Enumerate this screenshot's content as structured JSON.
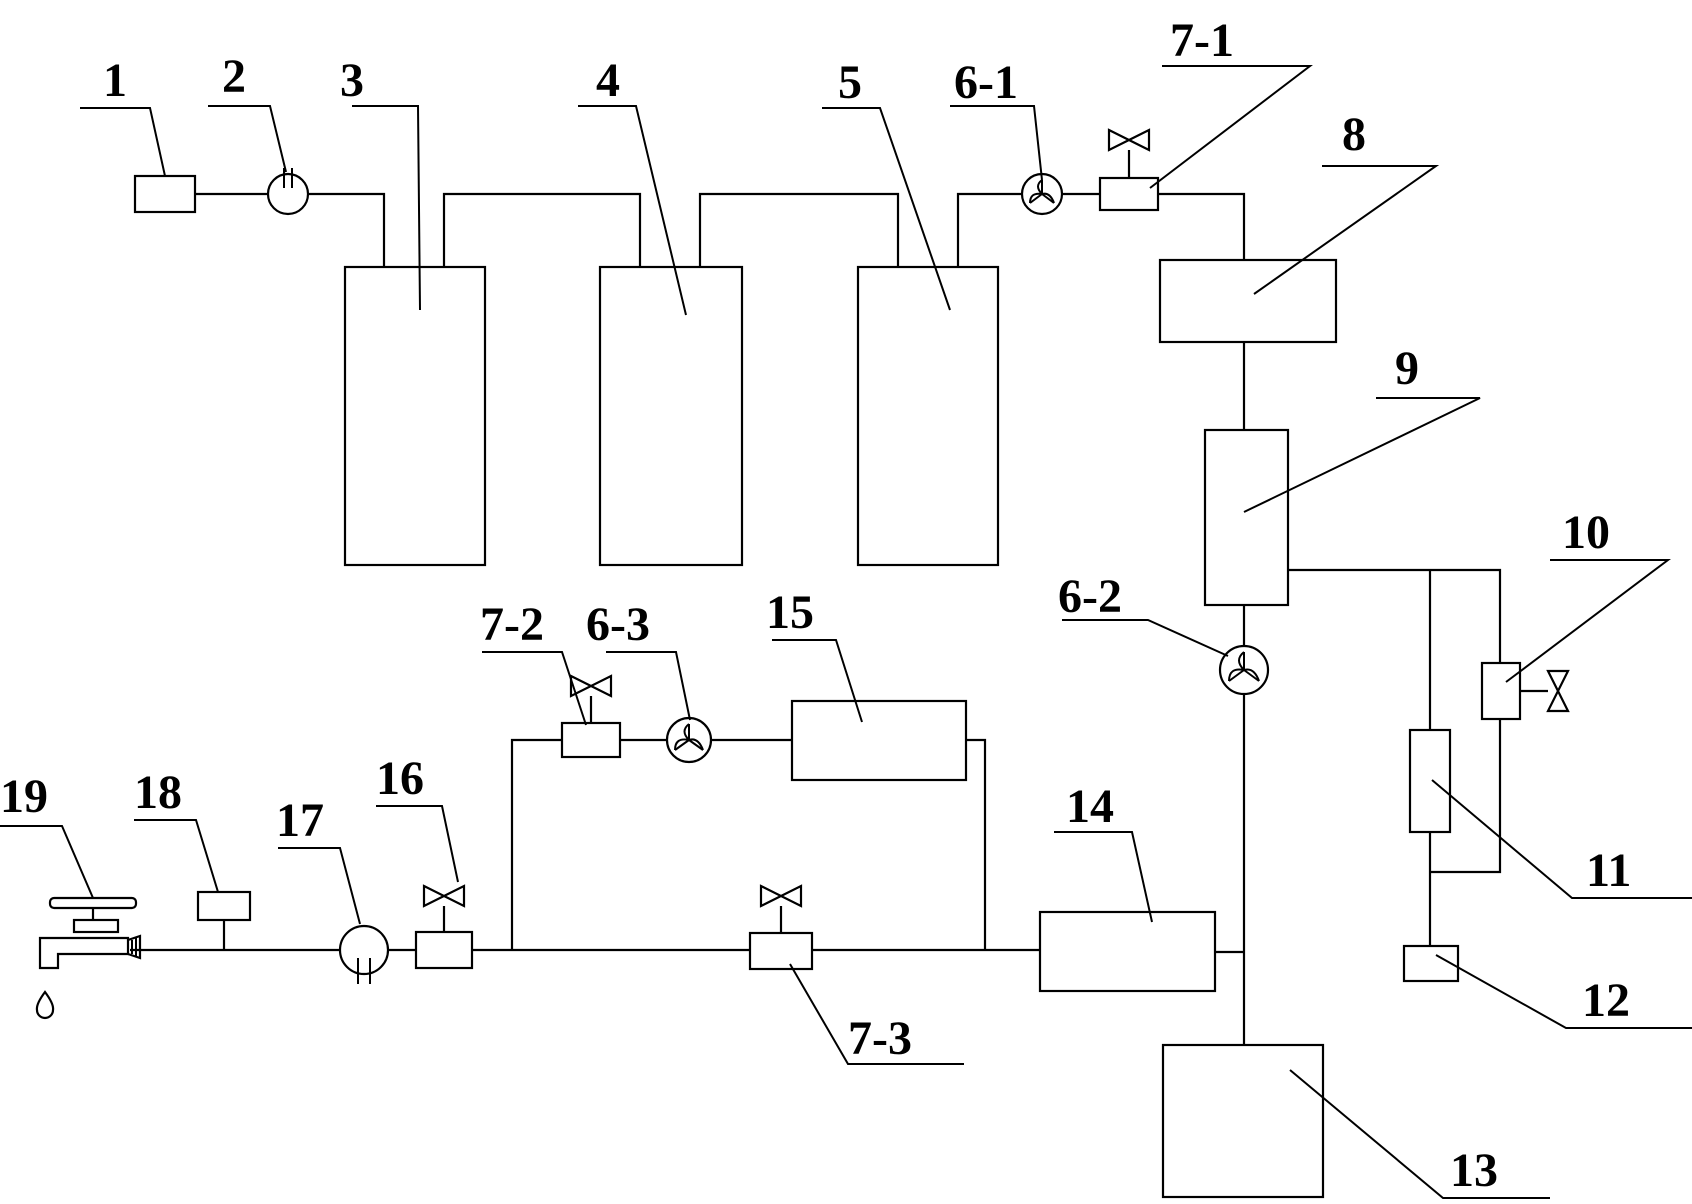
{
  "labels": {
    "l1": "1",
    "l2": "2",
    "l3": "3",
    "l4": "4",
    "l5": "5",
    "l6_1": "6-1",
    "l7_1": "7-1",
    "l8": "8",
    "l9": "9",
    "l6_2": "6-2",
    "l10": "10",
    "l11": "11",
    "l12": "12",
    "l13": "13",
    "l14": "14",
    "l15": "15",
    "l7_2": "7-2",
    "l6_3": "6-3",
    "l16": "16",
    "l17": "17",
    "l18": "18",
    "l19": "19",
    "l7_3": "7-3"
  },
  "components": {
    "box_3": "3",
    "box_4": "4",
    "box_5": "5",
    "box_8": "8",
    "box_9": "9",
    "box_13": "13",
    "box_14": "14",
    "box_15": "15"
  },
  "icons": [
    "valve-icon",
    "check-valve-icon",
    "pump-icon",
    "faucet-icon",
    "water-drop-icon"
  ]
}
